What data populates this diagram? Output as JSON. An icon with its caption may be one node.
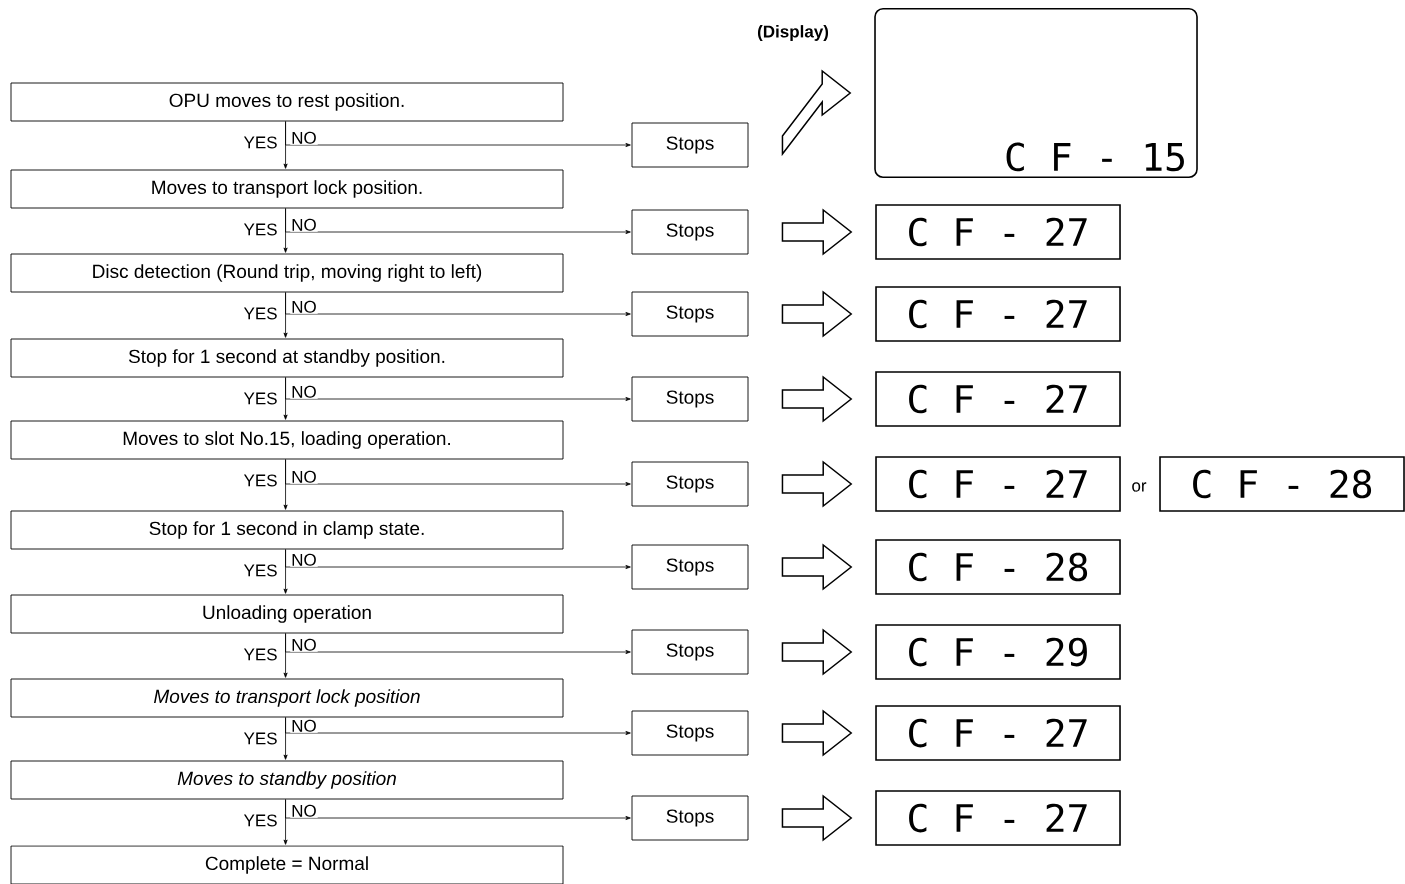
{
  "diagram": {
    "nodes": [
      {
        "text": [
          "OPU moves to rest position."
        ]
      },
      {
        "text": [
          "Stops"
        ]
      },
      {
        "text": [
          "C F - 15"
        ],
        "beside": [
          "(Display)"
        ]
      },
      {
        "text": [
          "Moves to transport lock position."
        ]
      },
      {
        "text": [
          "Stops"
        ]
      },
      {
        "text": [
          "C F - 27"
        ]
      },
      {
        "text": [
          "Disc detection (Round trip, moving right to left)"
        ]
      },
      {
        "text": [
          "Stops"
        ]
      },
      {
        "text": [
          "C F - 27"
        ]
      },
      {
        "text": [
          "Stop for 1 second at standby position."
        ]
      },
      {
        "text": [
          "Stops"
        ]
      },
      {
        "text": [
          "C F - 27"
        ]
      },
      {
        "text": [
          "Moves to slot No.15, loading operation."
        ]
      },
      {
        "text": [
          "Stops"
        ]
      },
      {
        "text": [
          "C F - 27"
        ]
      },
      {
        "text": [
          "C F - 28"
        ]
      },
      {
        "text": [
          "Stop for 1 second in clamp state."
        ]
      },
      {
        "text": [
          "Stops"
        ]
      },
      {
        "text": [
          "C F - 28"
        ]
      },
      {
        "text": [
          "Unloading operation"
        ]
      },
      {
        "text": [
          "Stops"
        ]
      },
      {
        "text": [
          "C F - 29"
        ]
      },
      {
        "text": [
          "Moves to transport lock position"
        ]
      },
      {
        "text": [
          "Stops"
        ]
      },
      {
        "text": [
          "C F - 27"
        ]
      },
      {
        "text": [
          "Moves to standby position"
        ]
      },
      {
        "text": [
          "Stops"
        ]
      },
      {
        "text": [
          "C F - 27"
        ]
      },
      {
        "text": [
          "Complete = Normal"
        ]
      }
    ],
    "edges": [
      {
        "from": 0,
        "to": 3,
        "arrow": "to",
        "label": "YES"
      },
      {
        "from": 0,
        "to": 1,
        "arrow": "to",
        "label": "NO"
      },
      {
        "from": 1,
        "to": 2,
        "arrow": "to",
        "style": "thick"
      },
      {
        "from": 3,
        "to": 6,
        "arrow": "to",
        "label": "YES"
      },
      {
        "from": 3,
        "to": 4,
        "arrow": "to",
        "label": "NO"
      },
      {
        "from": 4,
        "to": 5,
        "arrow": "to",
        "style": "thick"
      },
      {
        "from": 6,
        "to": 9,
        "arrow": "to",
        "label": "YES"
      },
      {
        "from": 6,
        "to": 7,
        "arrow": "to",
        "label": "NO"
      },
      {
        "from": 7,
        "to": 8,
        "arrow": "to",
        "style": "thick"
      },
      {
        "from": 9,
        "to": 12,
        "arrow": "to",
        "label": "YES"
      },
      {
        "from": 9,
        "to": 10,
        "arrow": "to",
        "label": "NO"
      },
      {
        "from": 10,
        "to": 11,
        "arrow": "to",
        "style": "thick"
      },
      {
        "from": 12,
        "to": 16,
        "arrow": "to",
        "label": "YES"
      },
      {
        "from": 12,
        "to": 13,
        "arrow": "to",
        "label": "NO"
      },
      {
        "from": 13,
        "to": 14,
        "arrow": "to",
        "style": "thick"
      },
      {
        "from": 16,
        "to": 19,
        "arrow": "to",
        "label": "YES"
      },
      {
        "from": 16,
        "to": 17,
        "arrow": "to",
        "label": "NO"
      },
      {
        "from": 17,
        "to": 18,
        "arrow": "to",
        "style": "thick"
      },
      {
        "from": 19,
        "to": 22,
        "arrow": "to",
        "label": "YES"
      },
      {
        "from": 19,
        "to": 20,
        "arrow": "to",
        "label": "NO"
      },
      {
        "from": 20,
        "to": 21,
        "arrow": "to",
        "style": "thick"
      },
      {
        "from": 22,
        "to": 25,
        "arrow": "to",
        "label": "YES"
      },
      {
        "from": 22,
        "to": 23,
        "arrow": "to",
        "label": "NO"
      },
      {
        "from": 23,
        "to": 24,
        "arrow": "to",
        "style": "thick"
      },
      {
        "from": 25,
        "to": 28,
        "arrow": "to",
        "label": "YES"
      },
      {
        "from": 25,
        "to": 26,
        "arrow": "to",
        "label": "NO"
      },
      {
        "from": 26,
        "to": 27,
        "arrow": "to",
        "style": "thick"
      }
    ],
    "labels": [
      "or"
    ]
  }
}
